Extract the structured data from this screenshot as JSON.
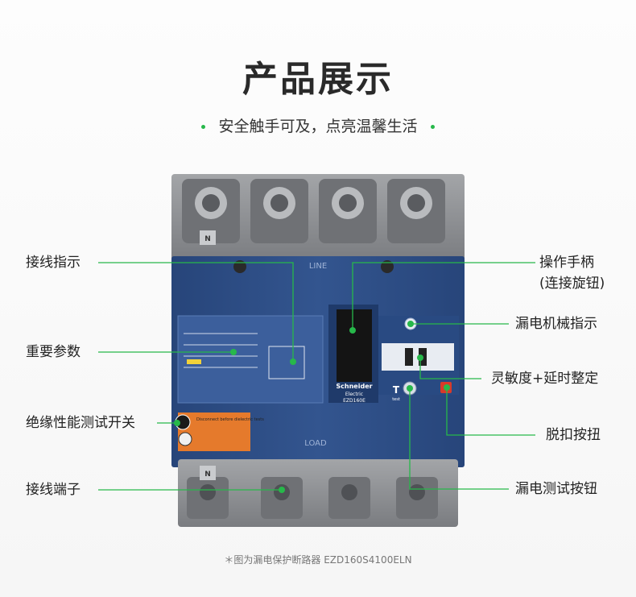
{
  "title": "产品展示",
  "subtitle": "安全触手可及，点亮温馨生活",
  "labels": {
    "indicator": "接线指示",
    "params": "重要参数",
    "insulation_test_switch": "绝缘性能测试开关",
    "terminals": "接线端子",
    "handle_line1": "操作手柄",
    "handle_line2": "(连接旋钮)",
    "leak_indicator": "漏电机械指示",
    "sensitivity": "灵敏度+延时整定",
    "trip_button": "脱扣按扭",
    "leak_test_button": "漏电测试按钮"
  },
  "device": {
    "brand": "Schneider",
    "brand_sub": "Electric",
    "model_mark": "EZD160E",
    "line_mark": "LINE",
    "load_mark": "LOAD",
    "neutral_mark": "N",
    "test_mark": "T",
    "test_word": "test",
    "warning_text": "Disconnect before dielectric tests",
    "accent": "#27b84a",
    "body_color": "#2f4f86",
    "terminal_color": "#8b8d90"
  },
  "footnote": "＊图为漏电保护断路器 EZD160S4100ELN"
}
